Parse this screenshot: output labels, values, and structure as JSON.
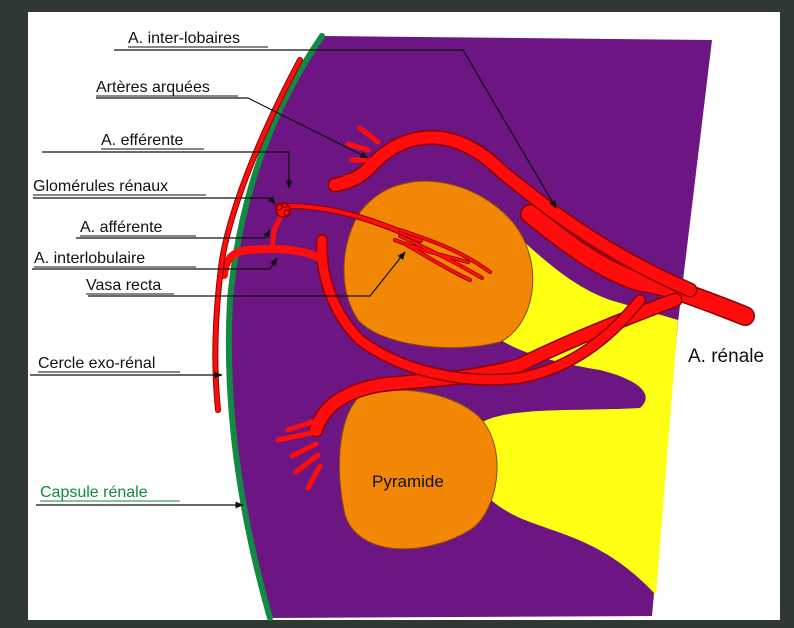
{
  "labels": {
    "inter_lobaires": "A. inter-lobaires",
    "arteres_arquees": "Artères arquées",
    "efferente": "A. efférente",
    "glomerules": "Glomérules rénaux",
    "afferente": "A. afférente",
    "interlobulaire": "A. interlobulaire",
    "vasa_recta": "Vasa recta",
    "cercle": "Cercle exo-rénal",
    "capsule": "Capsule rénale",
    "renale": "A. rénale",
    "pyramide": "Pyramide"
  },
  "colors": {
    "background": "#2f3833",
    "panel": "#ffffff",
    "cortex": "#6c1583",
    "pyramid": "#f28705",
    "pelvis": "#ffff14",
    "artery": "#ff0d0d",
    "artery_outline": "#8e0000",
    "capsule": "#138a43",
    "text": "#111111",
    "capsule_text": "#0f8a3c"
  }
}
